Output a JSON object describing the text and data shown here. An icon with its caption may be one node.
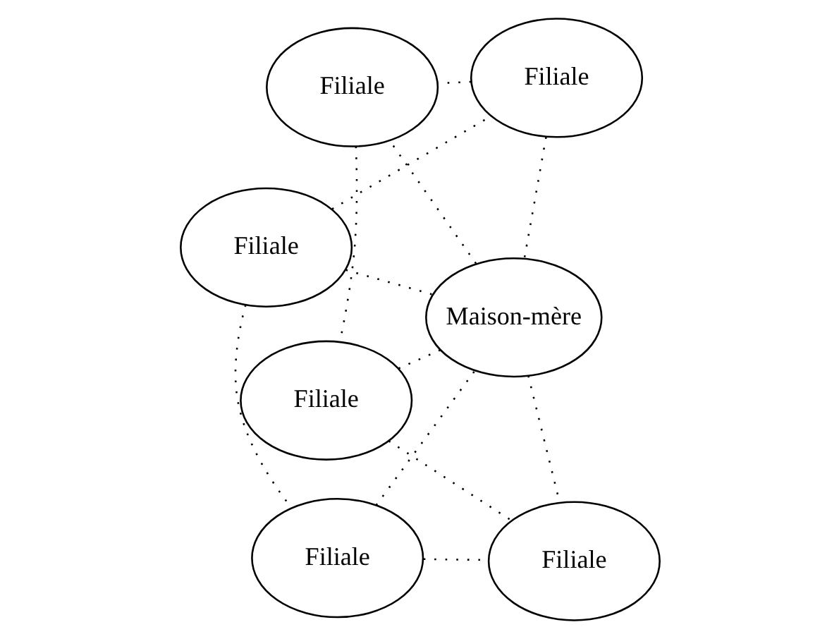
{
  "diagram": {
    "nodes": [
      {
        "text": [
          "Filiale"
        ]
      },
      {
        "text": [
          "Filiale"
        ]
      },
      {
        "text": [
          "Filiale"
        ]
      },
      {
        "text": [
          "Maison-mère"
        ]
      },
      {
        "text": [
          "Filiale"
        ]
      },
      {
        "text": [
          "Filiale"
        ]
      },
      {
        "text": [
          "Filiale"
        ]
      }
    ],
    "edges": [
      {
        "from": 0,
        "to": 1,
        "arrow": "none",
        "style": "dashed"
      },
      {
        "from": 0,
        "to": 2,
        "arrow": "none",
        "style": "dashed"
      },
      {
        "from": 0,
        "to": 3,
        "arrow": "none",
        "style": "dashed"
      },
      {
        "from": 1,
        "to": 3,
        "arrow": "none",
        "style": "dashed"
      },
      {
        "from": 2,
        "to": 3,
        "arrow": "none",
        "style": "dashed"
      },
      {
        "from": 1,
        "to": 5,
        "arrow": "none",
        "style": "dashed"
      },
      {
        "from": 2,
        "to": 4,
        "arrow": "none",
        "style": "dashed"
      },
      {
        "from": 3,
        "to": 4,
        "arrow": "none",
        "style": "dashed"
      },
      {
        "from": 3,
        "to": 5,
        "arrow": "none",
        "style": "dashed"
      },
      {
        "from": 3,
        "to": 6,
        "arrow": "none",
        "style": "dashed"
      },
      {
        "from": 5,
        "to": 6,
        "arrow": "none",
        "style": "dashed"
      },
      {
        "from": 6,
        "to": 4,
        "arrow": "none",
        "style": "dashed"
      }
    ]
  }
}
